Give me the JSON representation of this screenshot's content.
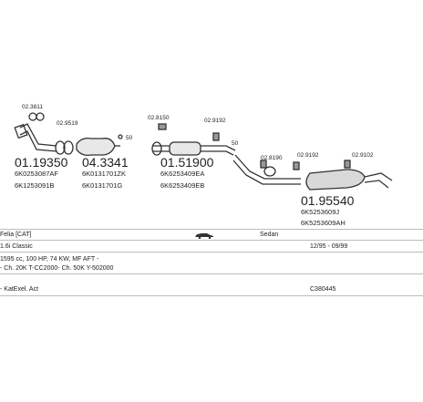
{
  "diagram": {
    "parts": [
      {
        "number": "01.19350",
        "refs": [
          "6K0253087AF",
          "6K1253091B"
        ],
        "small": [
          "02.3811",
          "02.9519"
        ]
      },
      {
        "number": "04.3341",
        "refs": [
          "6K0131701ZK",
          "6K0131701G"
        ],
        "small": [
          "50"
        ]
      },
      {
        "number": "01.51900",
        "refs": [
          "6K6253409EA",
          "6K6253409EB"
        ],
        "small": [
          "02.8150",
          "02.9192",
          "50"
        ]
      },
      {
        "number": "01.95540",
        "refs": [
          "6K5253609J",
          "6K5253609AH"
        ],
        "small": [
          "02.8190",
          "02.9192",
          "02.9102"
        ]
      }
    ]
  },
  "info": {
    "model": "Felia [CAT]",
    "body": "Sedan",
    "engine": "1.6i Classic",
    "years": "12/95 - 09/99",
    "specs": "1595 cc, 100 HP, 74 KW, MF AFT -",
    "chassis": "- Ch. 20K T-CC2000- Ch. 50K Y-502000",
    "desc": "- KatExel. Act",
    "code": "C380445"
  }
}
